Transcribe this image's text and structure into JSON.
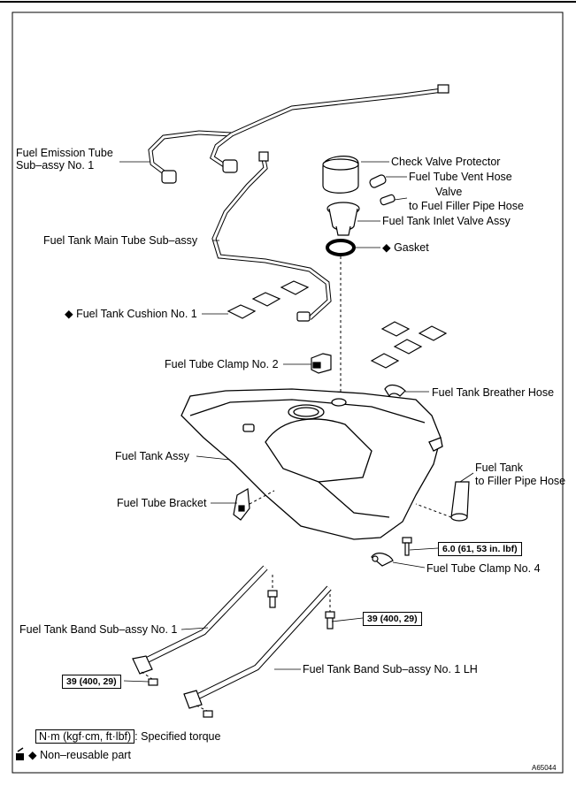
{
  "labels": {
    "fuel_emission_tube_1": "Fuel Emission Tube",
    "fuel_emission_tube_2": "Sub–assy No. 1",
    "check_valve_protector": "Check Valve Protector",
    "fuel_tube_vent_hose": "Fuel Tube Vent Hose",
    "valve_line1": "Valve",
    "valve_line2": "to Fuel Filler Pipe Hose",
    "fuel_tank_inlet_valve": "Fuel Tank Inlet Valve Assy",
    "fuel_tank_main_tube": "Fuel Tank Main Tube Sub–assy",
    "gasket": "◆ Gasket",
    "fuel_tank_cushion": "◆ Fuel Tank Cushion No. 1",
    "fuel_tube_clamp_2": "Fuel Tube Clamp No. 2",
    "fuel_tank_breather_hose": "Fuel Tank Breather Hose",
    "fuel_tank_assy": "Fuel Tank Assy",
    "fuel_tank_to_filler_1": "Fuel Tank",
    "fuel_tank_to_filler_2": "to Filler Pipe Hose",
    "fuel_tube_bracket": "Fuel Tube Bracket",
    "fuel_tube_clamp_4": "Fuel Tube Clamp No. 4",
    "fuel_tank_band_1": "Fuel Tank Band Sub–assy No. 1",
    "fuel_tank_band_1_lh": "Fuel Tank Band Sub–assy No. 1 LH"
  },
  "torques": {
    "clamp4_bolt": "6.0 (61, 53 in. lbf)",
    "band_lh_bolt": "39 (400, 29)",
    "band_1_bolt": "39 (400, 29)"
  },
  "legend": {
    "torque_unit": "N·m (kgf·cm, ft·lbf)",
    "torque_desc": ": Specified torque",
    "non_reusable": "◆ Non–reusable part"
  },
  "figure_code": "A65044"
}
